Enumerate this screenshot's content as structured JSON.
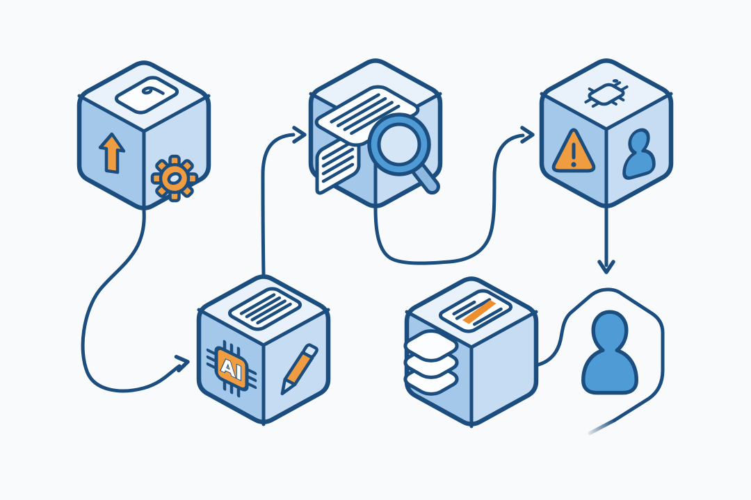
{
  "ai_chip": {
    "label": "AI"
  },
  "palette": {
    "background": "#f8fafb",
    "outline_navy": "#1c4d7f",
    "cube_top": "#e9f2fb",
    "cube_left": "#a4c8ea",
    "cube_right": "#c6dcf3",
    "panel_white": "#fbfdfe",
    "accent_orange": "#f09c40",
    "accent_orange_deep": "#ee8f2f",
    "figure_blue": "#4f9bd5",
    "lens_inner": "#d5e7f6",
    "handle_blue": "#8db9e0"
  },
  "nodes": [
    {
      "id": "ingest-cube",
      "icons": [
        "document-curl-icon",
        "upload-arrow-icon",
        "gear-icon"
      ]
    },
    {
      "id": "search-cube",
      "icons": [
        "document-sheet-icon",
        "magnifier-icon"
      ]
    },
    {
      "id": "review-cube",
      "icons": [
        "circuit-chip-icon",
        "warning-triangle-icon",
        "person-icon"
      ]
    },
    {
      "id": "ai-cube",
      "icons": [
        "document-lines-icon",
        "ai-chip-icon",
        "pencil-icon"
      ]
    },
    {
      "id": "data-cube",
      "icons": [
        "highlighted-document-icon",
        "layers-stack-icon"
      ]
    },
    {
      "id": "user-node",
      "icons": [
        "user-silhouette-icon"
      ]
    }
  ],
  "connectors": [
    {
      "from": "ingest-cube",
      "to": "ai-cube",
      "style": "curved-arrow"
    },
    {
      "from": "ai-cube",
      "to": "search-cube",
      "style": "curved-arrow"
    },
    {
      "from": "search-cube",
      "to": "review-cube",
      "style": "curved-arrow"
    },
    {
      "from": "review-cube",
      "to": "user-node",
      "style": "straight-arrow"
    },
    {
      "from": "data-cube",
      "to": "user-node",
      "style": "curved-line"
    }
  ]
}
